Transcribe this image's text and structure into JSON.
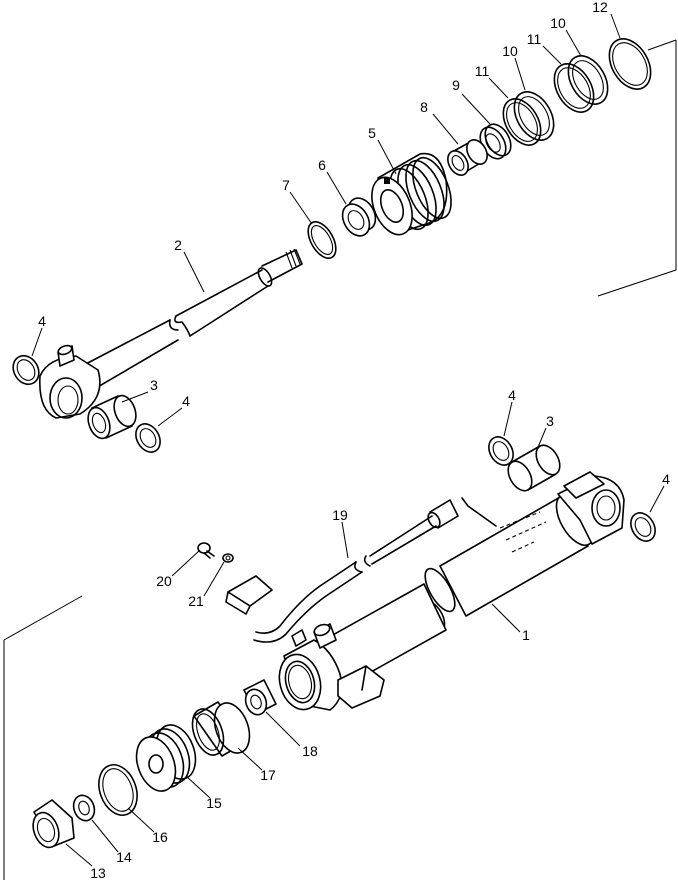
{
  "callouts": [
    {
      "id": "c12",
      "text": "12"
    },
    {
      "id": "c10a",
      "text": "10"
    },
    {
      "id": "c11a",
      "text": "11"
    },
    {
      "id": "c10b",
      "text": "10"
    },
    {
      "id": "c11b",
      "text": "11"
    },
    {
      "id": "c9",
      "text": "9"
    },
    {
      "id": "c8",
      "text": "8"
    },
    {
      "id": "c5",
      "text": "5"
    },
    {
      "id": "c6",
      "text": "6"
    },
    {
      "id": "c7",
      "text": "7"
    },
    {
      "id": "c2",
      "text": "2"
    },
    {
      "id": "c4a",
      "text": "4"
    },
    {
      "id": "c3a",
      "text": "3"
    },
    {
      "id": "c4b",
      "text": "4"
    },
    {
      "id": "c4c",
      "text": "4"
    },
    {
      "id": "c3b",
      "text": "3"
    },
    {
      "id": "c4d",
      "text": "4"
    },
    {
      "id": "c19",
      "text": "19"
    },
    {
      "id": "c1",
      "text": "1"
    },
    {
      "id": "c20",
      "text": "20"
    },
    {
      "id": "c21",
      "text": "21"
    },
    {
      "id": "c18",
      "text": "18"
    },
    {
      "id": "c17",
      "text": "17"
    },
    {
      "id": "c15",
      "text": "15"
    },
    {
      "id": "c16",
      "text": "16"
    },
    {
      "id": "c14",
      "text": "14"
    },
    {
      "id": "c13",
      "text": "13"
    }
  ]
}
